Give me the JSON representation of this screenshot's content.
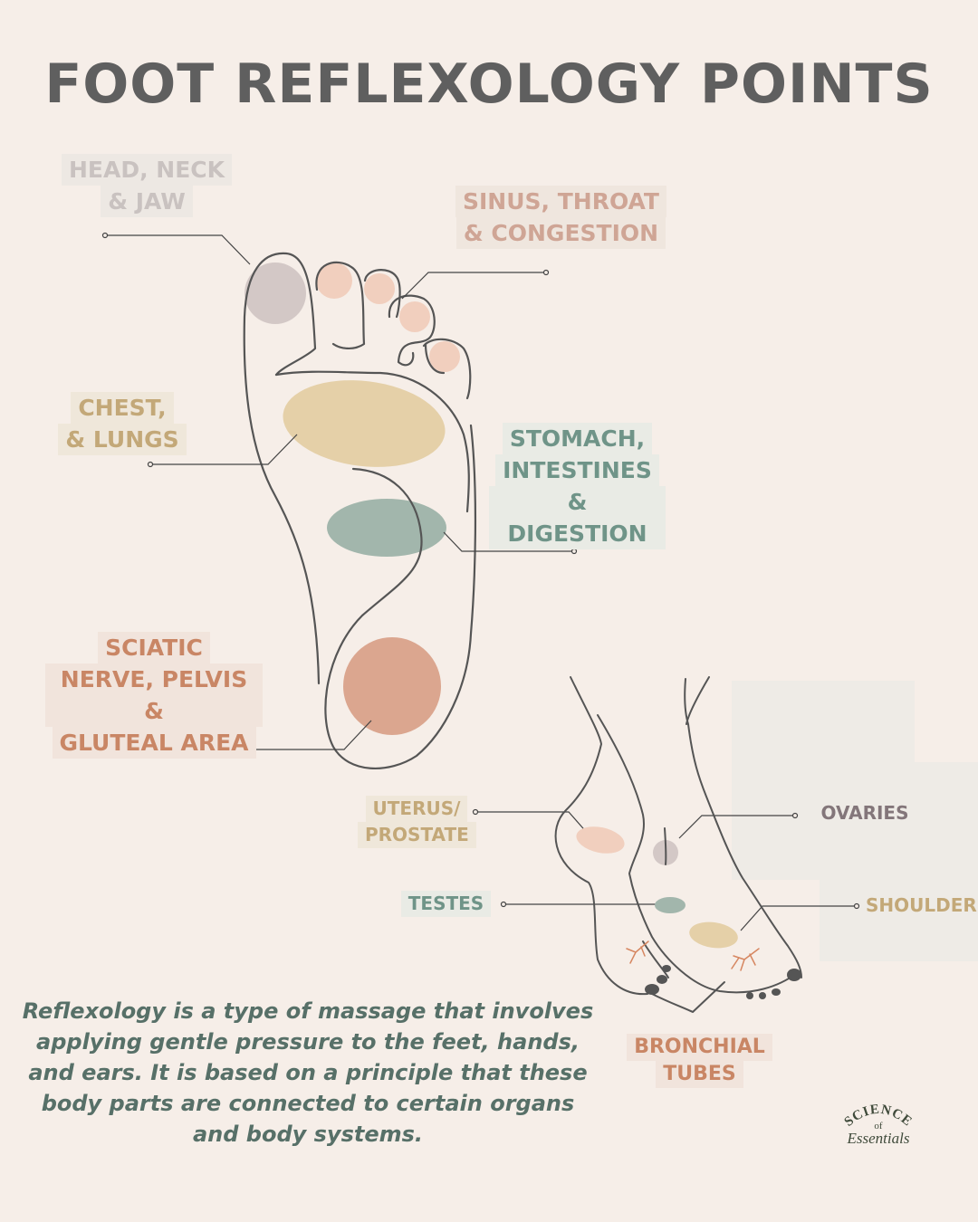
{
  "title": "FOOT REFLEXOLOGY POINTS",
  "labels": {
    "head": [
      "HEAD, NECK",
      "& JAW"
    ],
    "sinus": [
      "SINUS, THROAT",
      "& CONGESTION"
    ],
    "chest": [
      "CHEST,",
      "& LUNGS"
    ],
    "stomach": [
      "STOMACH,",
      "INTESTINES",
      "& DIGESTION"
    ],
    "sciatic": [
      "SCIATIC",
      "NERVE, PELVIS &",
      "GLUTEAL AREA"
    ],
    "uterus": [
      "UTERUS/",
      "PROSTATE"
    ],
    "ovaries": "OVARIES",
    "testes": "TESTES",
    "shoulder": "SHOULDER",
    "bronchial": [
      "BRONCHIAL",
      "TUBES"
    ]
  },
  "description": "Reflexology is a type of massage that involves applying gentle pressure to the feet, hands, and ears. It is based on a principle that these body parts are connected to certain organs and body systems.",
  "logo": {
    "line1": "SCIENCE",
    "line2": "of",
    "line3": "Essentials"
  },
  "colors": {
    "background": "#f6eee8",
    "title": "#5f5f5f",
    "grey_zone": "#d3c8c6",
    "peach_zone": "#f1cfbe",
    "gold_zone": "#e5d0a8",
    "teal_zone": "#a2b6ac",
    "terra_zone": "#dba68f",
    "outline": "#555555"
  }
}
